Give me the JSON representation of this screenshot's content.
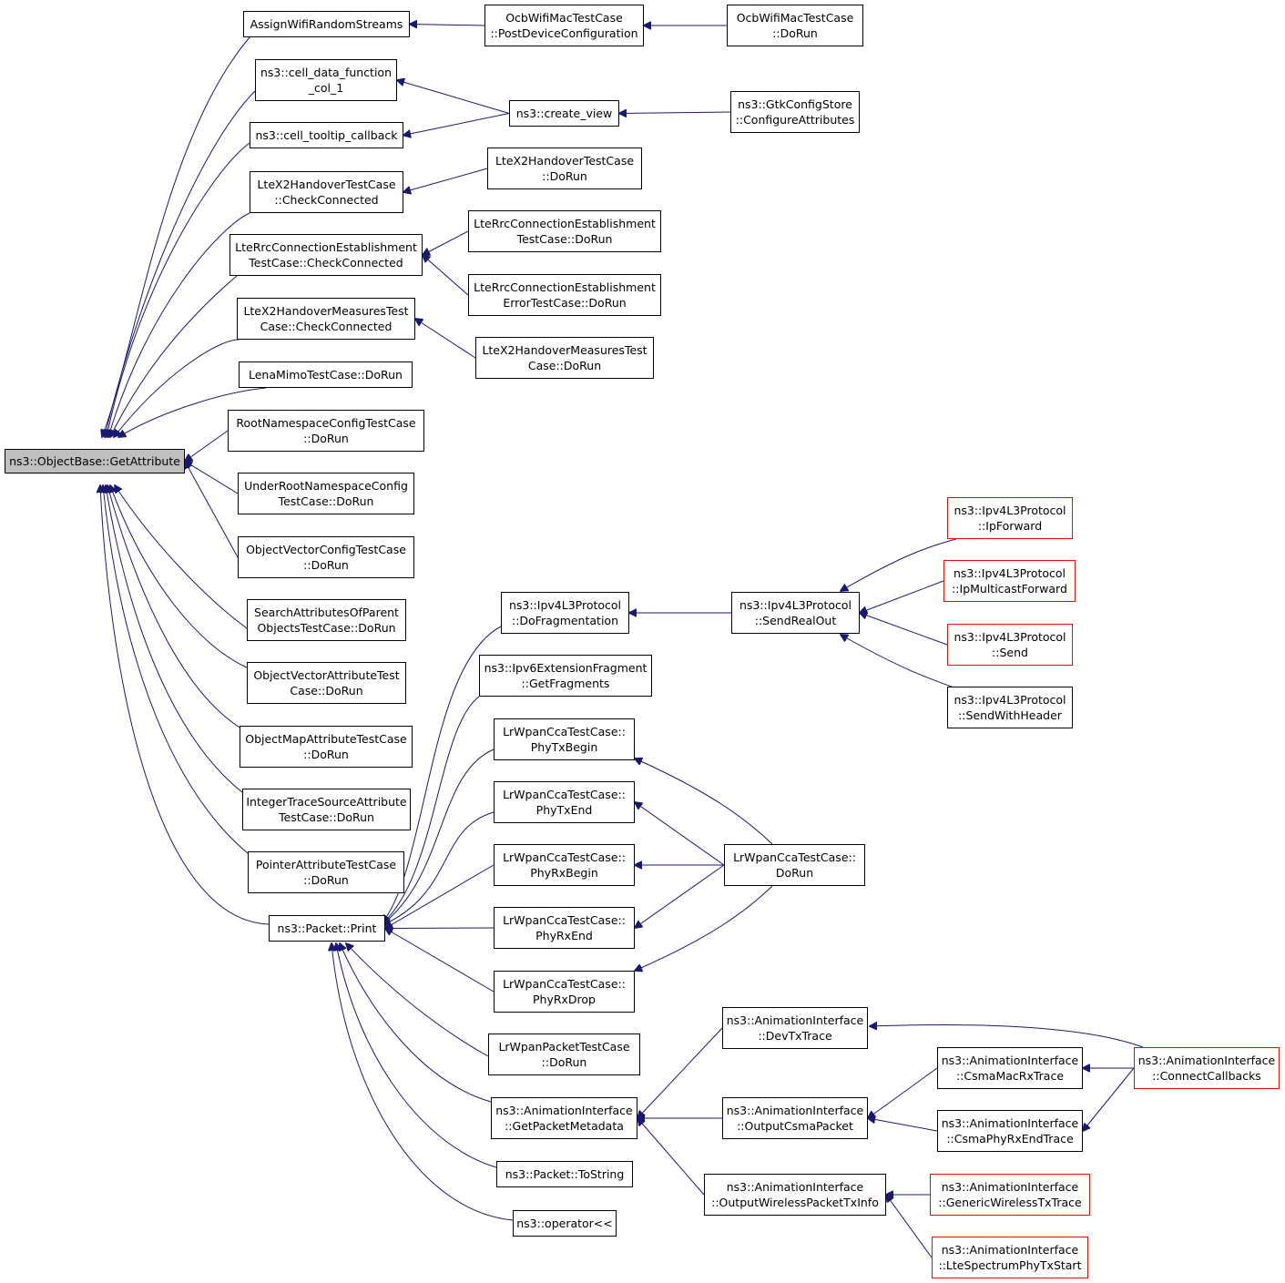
{
  "colors": {
    "edge": "#191970",
    "root_fill": "#bfbfbf",
    "truncated_border": "#ff0000"
  },
  "nodes": [
    {
      "id": "getattr",
      "lines": [
        "ns3::ObjectBase::GetAttribute"
      ],
      "style": "root"
    },
    {
      "id": "assignwifi",
      "lines": [
        "AssignWifiRandomStreams"
      ]
    },
    {
      "id": "celldata",
      "lines": [
        "ns3::cell_data_function",
        "_col_1"
      ]
    },
    {
      "id": "celltooltip",
      "lines": [
        "ns3::cell_tooltip_callback"
      ]
    },
    {
      "id": "ltex2cc",
      "lines": [
        "LteX2HandoverTestCase",
        "::CheckConnected"
      ]
    },
    {
      "id": "ltercccc",
      "lines": [
        "LteRrcConnectionEstablishment",
        "TestCase::CheckConnected"
      ]
    },
    {
      "id": "ltex2mcc",
      "lines": [
        "LteX2HandoverMeasuresTest",
        "Case::CheckConnected"
      ]
    },
    {
      "id": "lenamimo",
      "lines": [
        "LenaMimoTestCase::DoRun"
      ]
    },
    {
      "id": "rootns",
      "lines": [
        "RootNamespaceConfigTestCase",
        "::DoRun"
      ]
    },
    {
      "id": "underroot",
      "lines": [
        "UnderRootNamespaceConfig",
        "TestCase::DoRun"
      ]
    },
    {
      "id": "objvecconf",
      "lines": [
        "ObjectVectorConfigTestCase",
        "::DoRun"
      ]
    },
    {
      "id": "searchattr",
      "lines": [
        "SearchAttributesOfParent",
        "ObjectsTestCase::DoRun"
      ]
    },
    {
      "id": "objvecattr",
      "lines": [
        "ObjectVectorAttributeTest",
        "Case::DoRun"
      ]
    },
    {
      "id": "objmap",
      "lines": [
        "ObjectMapAttributeTestCase",
        "::DoRun"
      ]
    },
    {
      "id": "inttrace",
      "lines": [
        "IntegerTraceSourceAttribute",
        "TestCase::DoRun"
      ]
    },
    {
      "id": "pointerattr",
      "lines": [
        "PointerAttributeTestCase",
        "::DoRun"
      ]
    },
    {
      "id": "pktprint",
      "lines": [
        "ns3::Packet::Print"
      ]
    },
    {
      "id": "ocbpdc",
      "lines": [
        "OcbWifiMacTestCase",
        "::PostDeviceConfiguration"
      ]
    },
    {
      "id": "ocbdorun",
      "lines": [
        "OcbWifiMacTestCase",
        "::DoRun"
      ]
    },
    {
      "id": "createview",
      "lines": [
        "ns3::create_view"
      ]
    },
    {
      "id": "gtkconf",
      "lines": [
        "ns3::GtkConfigStore",
        "::ConfigureAttributes"
      ]
    },
    {
      "id": "ltex2dorun",
      "lines": [
        "LteX2HandoverTestCase",
        "::DoRun"
      ]
    },
    {
      "id": "lterrcdorun",
      "lines": [
        "LteRrcConnectionEstablishment",
        "TestCase::DoRun"
      ]
    },
    {
      "id": "lterrcerr",
      "lines": [
        "LteRrcConnectionEstablishment",
        "ErrorTestCase::DoRun"
      ]
    },
    {
      "id": "ltex2mdorun",
      "lines": [
        "LteX2HandoverMeasuresTest",
        "Case::DoRun"
      ]
    },
    {
      "id": "dofrag",
      "lines": [
        "ns3::Ipv4L3Protocol",
        "::DoFragmentation"
      ]
    },
    {
      "id": "ipv6frag",
      "lines": [
        "ns3::Ipv6ExtensionFragment",
        "::GetFragments"
      ]
    },
    {
      "id": "phytxbegin",
      "lines": [
        "LrWpanCcaTestCase::",
        "PhyTxBegin"
      ]
    },
    {
      "id": "phytxend",
      "lines": [
        "LrWpanCcaTestCase::",
        "PhyTxEnd"
      ]
    },
    {
      "id": "phyrxbegin",
      "lines": [
        "LrWpanCcaTestCase::",
        "PhyRxBegin"
      ]
    },
    {
      "id": "phyrxend",
      "lines": [
        "LrWpanCcaTestCase::",
        "PhyRxEnd"
      ]
    },
    {
      "id": "phyrxdrop",
      "lines": [
        "LrWpanCcaTestCase::",
        "PhyRxDrop"
      ]
    },
    {
      "id": "lrwpanpkt",
      "lines": [
        "LrWpanPacketTestCase",
        "::DoRun"
      ]
    },
    {
      "id": "getpktmeta",
      "lines": [
        "ns3::AnimationInterface",
        "::GetPacketMetadata"
      ]
    },
    {
      "id": "pkttostring",
      "lines": [
        "ns3::Packet::ToString"
      ]
    },
    {
      "id": "operatorll",
      "lines": [
        "ns3::operator<<"
      ]
    },
    {
      "id": "sendrealout",
      "lines": [
        "ns3::Ipv4L3Protocol",
        "::SendRealOut"
      ]
    },
    {
      "id": "ipforward",
      "lines": [
        "ns3::Ipv4L3Protocol",
        "::IpForward"
      ],
      "style": "red"
    },
    {
      "id": "ipmcast",
      "lines": [
        "ns3::Ipv4L3Protocol",
        "::IpMulticastForward"
      ],
      "style": "red"
    },
    {
      "id": "ipv4send",
      "lines": [
        "ns3::Ipv4L3Protocol",
        "::Send"
      ],
      "style": "red"
    },
    {
      "id": "sendwithhdr",
      "lines": [
        "ns3::Ipv4L3Protocol",
        "::SendWithHeader"
      ]
    },
    {
      "id": "ccadorun",
      "lines": [
        "LrWpanCcaTestCase::",
        "DoRun"
      ]
    },
    {
      "id": "devtxtrace",
      "lines": [
        "ns3::AnimationInterface",
        "::DevTxTrace"
      ]
    },
    {
      "id": "outcsma",
      "lines": [
        "ns3::AnimationInterface",
        "::OutputCsmaPacket"
      ]
    },
    {
      "id": "outwireless",
      "lines": [
        "ns3::AnimationInterface",
        "::OutputWirelessPacketTxInfo"
      ]
    },
    {
      "id": "csmamacrx",
      "lines": [
        "ns3::AnimationInterface",
        "::CsmaMacRxTrace"
      ]
    },
    {
      "id": "csmaphyrx",
      "lines": [
        "ns3::AnimationInterface",
        "::CsmaPhyRxEndTrace"
      ]
    },
    {
      "id": "connectcb",
      "lines": [
        "ns3::AnimationInterface",
        "::ConnectCallbacks"
      ],
      "style": "red"
    },
    {
      "id": "genericwl",
      "lines": [
        "ns3::AnimationInterface",
        "::GenericWirelessTxTrace"
      ],
      "style": "red"
    },
    {
      "id": "ltespec",
      "lines": [
        "ns3::AnimationInterface",
        "::LteSpectrumPhyTxStart"
      ],
      "style": "red"
    }
  ],
  "edges": [
    [
      "getattr",
      "assignwifi"
    ],
    [
      "getattr",
      "celldata"
    ],
    [
      "getattr",
      "celltooltip"
    ],
    [
      "getattr",
      "ltex2cc"
    ],
    [
      "getattr",
      "ltercccc"
    ],
    [
      "getattr",
      "ltex2mcc"
    ],
    [
      "getattr",
      "lenamimo"
    ],
    [
      "getattr",
      "rootns"
    ],
    [
      "getattr",
      "underroot"
    ],
    [
      "getattr",
      "objvecconf"
    ],
    [
      "getattr",
      "searchattr"
    ],
    [
      "getattr",
      "objvecattr"
    ],
    [
      "getattr",
      "objmap"
    ],
    [
      "getattr",
      "inttrace"
    ],
    [
      "getattr",
      "pointerattr"
    ],
    [
      "getattr",
      "pktprint"
    ],
    [
      "assignwifi",
      "ocbpdc"
    ],
    [
      "ocbpdc",
      "ocbdorun"
    ],
    [
      "celldata",
      "createview"
    ],
    [
      "celltooltip",
      "createview"
    ],
    [
      "createview",
      "gtkconf"
    ],
    [
      "ltex2cc",
      "ltex2dorun"
    ],
    [
      "ltercccc",
      "lterrcdorun"
    ],
    [
      "ltercccc",
      "lterrcerr"
    ],
    [
      "ltex2mcc",
      "ltex2mdorun"
    ],
    [
      "pktprint",
      "dofrag"
    ],
    [
      "pktprint",
      "ipv6frag"
    ],
    [
      "pktprint",
      "phytxbegin"
    ],
    [
      "pktprint",
      "phytxend"
    ],
    [
      "pktprint",
      "phyrxbegin"
    ],
    [
      "pktprint",
      "phyrxend"
    ],
    [
      "pktprint",
      "phyrxdrop"
    ],
    [
      "pktprint",
      "lrwpanpkt"
    ],
    [
      "pktprint",
      "getpktmeta"
    ],
    [
      "pktprint",
      "pkttostring"
    ],
    [
      "pktprint",
      "operatorll"
    ],
    [
      "dofrag",
      "sendrealout"
    ],
    [
      "sendrealout",
      "ipforward"
    ],
    [
      "sendrealout",
      "ipmcast"
    ],
    [
      "sendrealout",
      "ipv4send"
    ],
    [
      "sendrealout",
      "sendwithhdr"
    ],
    [
      "phytxbegin",
      "ccadorun"
    ],
    [
      "phytxend",
      "ccadorun"
    ],
    [
      "phyrxbegin",
      "ccadorun"
    ],
    [
      "phyrxend",
      "ccadorun"
    ],
    [
      "phyrxdrop",
      "ccadorun"
    ],
    [
      "getpktmeta",
      "devtxtrace"
    ],
    [
      "getpktmeta",
      "outcsma"
    ],
    [
      "getpktmeta",
      "outwireless"
    ],
    [
      "devtxtrace",
      "connectcb"
    ],
    [
      "outcsma",
      "csmamacrx"
    ],
    [
      "outcsma",
      "csmaphyrx"
    ],
    [
      "csmamacrx",
      "connectcb"
    ],
    [
      "csmaphyrx",
      "connectcb"
    ],
    [
      "outwireless",
      "genericwl"
    ],
    [
      "outwireless",
      "ltespec"
    ]
  ]
}
